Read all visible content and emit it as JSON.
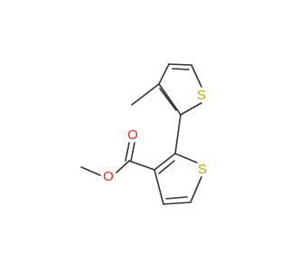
{
  "molecule": {
    "atoms": {
      "sulfur_upper": {
        "label": "S",
        "color": "#b5a800"
      },
      "sulfur_lower": {
        "label": "S",
        "color": "#b5a800"
      },
      "oxygen_carbonyl": {
        "label": "O",
        "color": "#e8291c"
      },
      "oxygen_ester": {
        "label": "O",
        "color": "#e8291c"
      }
    },
    "bond_color": "#333333"
  }
}
